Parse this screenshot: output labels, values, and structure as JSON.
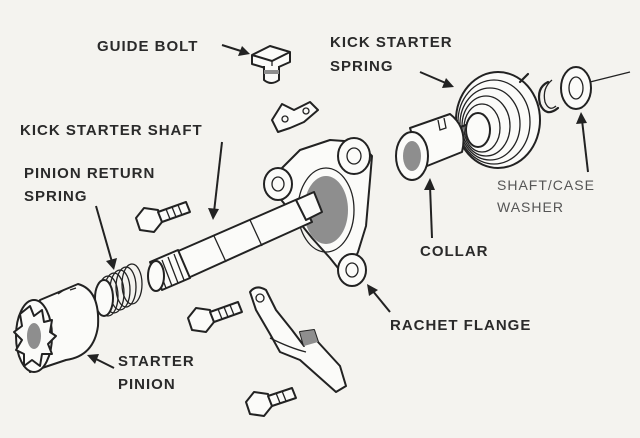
{
  "labels": {
    "guide_bolt": "GUIDE BOLT",
    "kick_starter_spring_1": "KICK STARTER",
    "kick_starter_spring_2": "SPRING",
    "kick_starter_shaft": "KICK STARTER SHAFT",
    "pinion_return_spring_1": "PINION RETURN",
    "pinion_return_spring_2": "SPRING",
    "shaft_case_washer_1": "SHAFT/CASE",
    "shaft_case_washer_2": "WASHER",
    "collar": "COLLAR",
    "rachet_flange": "RACHET FLANGE",
    "starter_pinion_1": "STARTER",
    "starter_pinion_2": "PINION"
  }
}
